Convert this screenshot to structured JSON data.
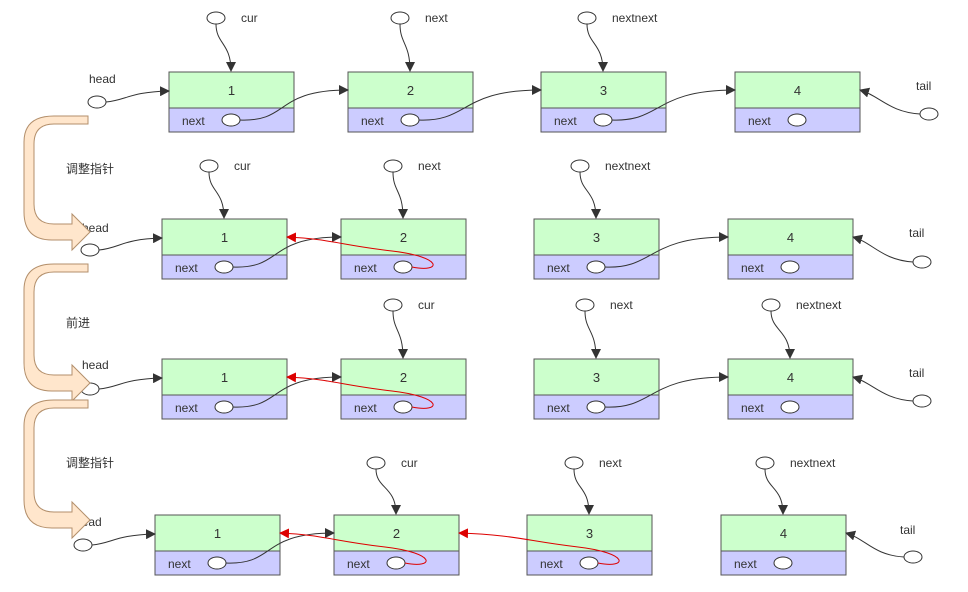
{
  "labels": {
    "cur": "cur",
    "next": "next",
    "nextnext": "nextnext",
    "head": "head",
    "tail": "tail",
    "adjust": "调整指针",
    "advance": "前进"
  },
  "colors": {
    "value_fill": "#ccffcc",
    "next_fill": "#ccccff",
    "stroke": "#555555",
    "arrow": "#333333",
    "reversed_link": "#dd0000",
    "step_arrow_fill": "#ffe6cc",
    "step_arrow_stroke": "#b38f6b"
  },
  "rows": [
    {
      "nodes": [
        {
          "value": "1",
          "next_label": "next"
        },
        {
          "value": "2",
          "next_label": "next"
        },
        {
          "value": "3",
          "next_label": "next"
        },
        {
          "value": "4",
          "next_label": "next"
        }
      ],
      "pointers": [
        "cur",
        "next",
        "nextnext"
      ]
    },
    {
      "nodes": [
        {
          "value": "1",
          "next_label": "next"
        },
        {
          "value": "2",
          "next_label": "next"
        },
        {
          "value": "3",
          "next_label": "next"
        },
        {
          "value": "4",
          "next_label": "next"
        }
      ],
      "pointers": [
        "cur",
        "next",
        "nextnext"
      ]
    },
    {
      "nodes": [
        {
          "value": "1",
          "next_label": "next"
        },
        {
          "value": "2",
          "next_label": "next"
        },
        {
          "value": "3",
          "next_label": "next"
        },
        {
          "value": "4",
          "next_label": "next"
        }
      ],
      "pointers": [
        "cur",
        "next",
        "nextnext"
      ]
    },
    {
      "nodes": [
        {
          "value": "1",
          "next_label": "next"
        },
        {
          "value": "2",
          "next_label": "next"
        },
        {
          "value": "3",
          "next_label": "next"
        },
        {
          "value": "4",
          "next_label": "next"
        }
      ],
      "pointers": [
        "cur",
        "next",
        "nextnext"
      ]
    }
  ],
  "steps": [
    "调整指针",
    "前进",
    "调整指针"
  ]
}
